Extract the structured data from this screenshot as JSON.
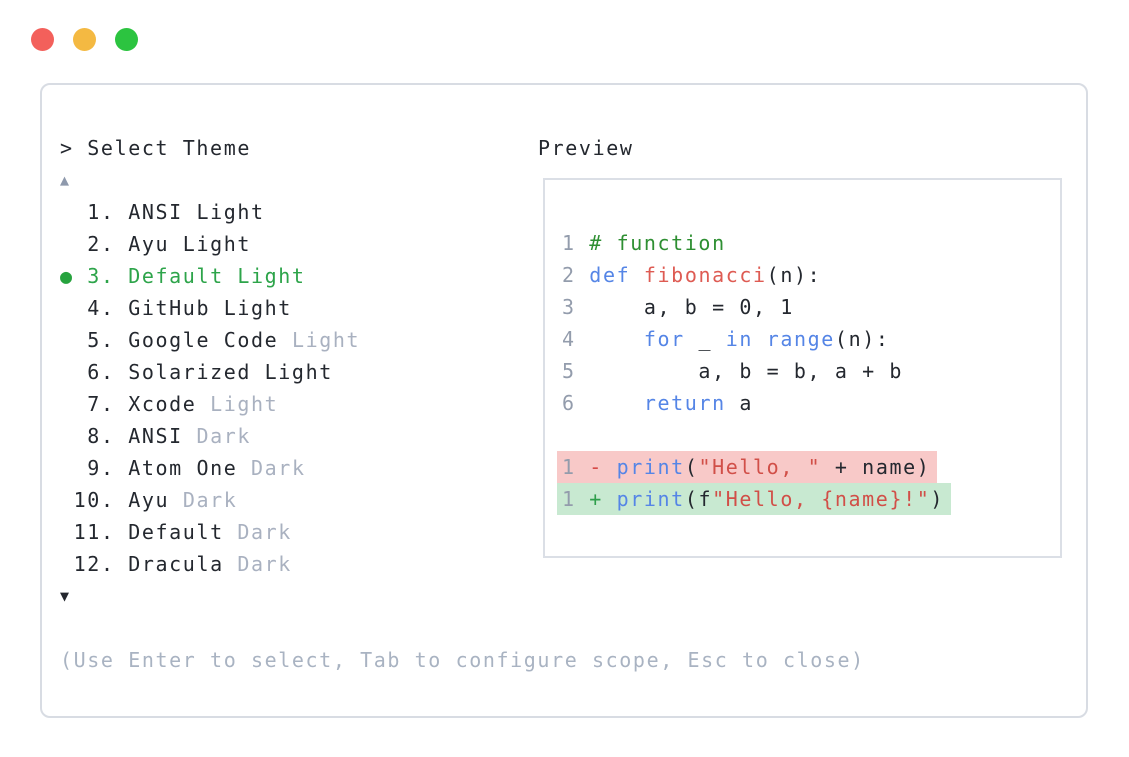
{
  "window": {
    "controls": [
      {
        "name": "close",
        "color": "#f3605b"
      },
      {
        "name": "minimize",
        "color": "#f4b942"
      },
      {
        "name": "maximize",
        "color": "#2cc440"
      }
    ]
  },
  "picker": {
    "prompt": "> Select Theme",
    "scroll_up_icon": "▲",
    "scroll_down_icon": "▼",
    "selected_bullet": "●",
    "items": [
      {
        "num": "1",
        "name": "ANSI Light",
        "suffix": "",
        "selected": false
      },
      {
        "num": "2",
        "name": "Ayu Light",
        "suffix": "",
        "selected": false
      },
      {
        "num": "3",
        "name": "Default Light",
        "suffix": "",
        "selected": true
      },
      {
        "num": "4",
        "name": "GitHub Light",
        "suffix": "",
        "selected": false
      },
      {
        "num": "5",
        "name": "Google Code",
        "suffix": "Light",
        "selected": false
      },
      {
        "num": "6",
        "name": "Solarized Light",
        "suffix": "",
        "selected": false
      },
      {
        "num": "7",
        "name": "Xcode",
        "suffix": "Light",
        "selected": false
      },
      {
        "num": "8",
        "name": "ANSI",
        "suffix": "Dark",
        "selected": false
      },
      {
        "num": "9",
        "name": "Atom One",
        "suffix": "Dark",
        "selected": false
      },
      {
        "num": "10",
        "name": "Ayu",
        "suffix": "Dark",
        "selected": false
      },
      {
        "num": "11",
        "name": "Default",
        "suffix": "Dark",
        "selected": false
      },
      {
        "num": "12",
        "name": "Dracula",
        "suffix": "Dark",
        "selected": false
      }
    ],
    "footer": "(Use Enter to select, Tab to configure scope, Esc to close)"
  },
  "preview": {
    "title": "Preview",
    "code_lines": [
      {
        "bg": "none",
        "segments": [
          {
            "t": "1 ",
            "c": "num"
          },
          {
            "t": "# function",
            "c": "comment"
          }
        ]
      },
      {
        "bg": "none",
        "segments": [
          {
            "t": "2 ",
            "c": "num"
          },
          {
            "t": "def",
            "c": "kw"
          },
          {
            "t": " ",
            "c": "txt"
          },
          {
            "t": "fibonacci",
            "c": "fn"
          },
          {
            "t": "(n):",
            "c": "txt"
          }
        ]
      },
      {
        "bg": "none",
        "segments": [
          {
            "t": "3 ",
            "c": "num"
          },
          {
            "t": "    a, b = 0, 1",
            "c": "txt"
          }
        ]
      },
      {
        "bg": "none",
        "segments": [
          {
            "t": "4 ",
            "c": "num"
          },
          {
            "t": "    ",
            "c": "txt"
          },
          {
            "t": "for",
            "c": "kw"
          },
          {
            "t": " _ ",
            "c": "txt"
          },
          {
            "t": "in",
            "c": "kw"
          },
          {
            "t": " ",
            "c": "txt"
          },
          {
            "t": "range",
            "c": "kw"
          },
          {
            "t": "(n):",
            "c": "txt"
          }
        ]
      },
      {
        "bg": "none",
        "segments": [
          {
            "t": "5 ",
            "c": "num"
          },
          {
            "t": "        a, b = b, a + b",
            "c": "txt"
          }
        ]
      },
      {
        "bg": "none",
        "segments": [
          {
            "t": "6 ",
            "c": "num"
          },
          {
            "t": "    ",
            "c": "txt"
          },
          {
            "t": "return",
            "c": "kw"
          },
          {
            "t": " a",
            "c": "txt"
          }
        ]
      },
      {
        "bg": "none",
        "segments": []
      },
      {
        "bg": "removed",
        "segments": [
          {
            "t": "1 ",
            "c": "num"
          },
          {
            "t": "- ",
            "c": "minus"
          },
          {
            "t": "print",
            "c": "kw"
          },
          {
            "t": "(",
            "c": "txt"
          },
          {
            "t": "\"Hello, \"",
            "c": "str"
          },
          {
            "t": " + name)",
            "c": "txt"
          }
        ]
      },
      {
        "bg": "added",
        "segments": [
          {
            "t": "1 ",
            "c": "num"
          },
          {
            "t": "+ ",
            "c": "plus"
          },
          {
            "t": "print",
            "c": "kw"
          },
          {
            "t": "(f",
            "c": "txt"
          },
          {
            "t": "\"Hello, {name}!\"",
            "c": "str"
          },
          {
            "t": ")",
            "c": "txt"
          }
        ]
      }
    ]
  },
  "colors": {
    "traffic_red": "#f3605b",
    "traffic_yellow": "#f4b942",
    "traffic_green": "#2cc440",
    "selected_green": "#2da44a",
    "bullet_green": "#27a33e",
    "muted": "#a9b1c0",
    "footer": "#a9b3c2",
    "line_number": "#939cac",
    "text": "#24282f",
    "scroll_up": "#8e99ac",
    "scroll_down": "#23272e",
    "comment": "#2e8f32",
    "keyword": "#5585e6",
    "function": "#de5b53",
    "string": "#d14f48",
    "diff_minus": "#d64a47",
    "diff_plus": "#2e9e4b",
    "diff_removed_bg": "#f8c9c8",
    "diff_added_bg": "#c8e9d1",
    "panel_border": "#d8dce3",
    "preview_border": "#dbdfe6"
  }
}
